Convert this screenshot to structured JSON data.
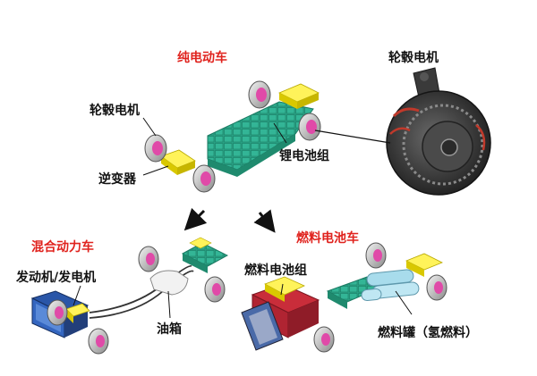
{
  "title_ev": "纯电动车",
  "title_hybrid": "混合动力车",
  "title_fuelcell": "燃料电池车",
  "label_hub_motor_large": "轮毂电机",
  "label_hub_motor_small": "轮毂电机",
  "label_inverter": "逆变器",
  "label_lithium_pack": "锂电池组",
  "label_engine_generator": "发动机/发电机",
  "label_fuel_tank": "油箱",
  "label_fc_stack": "燃料电池组",
  "label_hydrogen_tank": "燃料罐（氢燃料）",
  "colors": {
    "title_red": "#e0231e",
    "battery_green": "#2aa488",
    "inverter_yellow": "#f2e200",
    "wheel_pink": "#e04aa8",
    "stack_red": "#c92d3a",
    "hydrogen_blue": "#a8dcec"
  }
}
